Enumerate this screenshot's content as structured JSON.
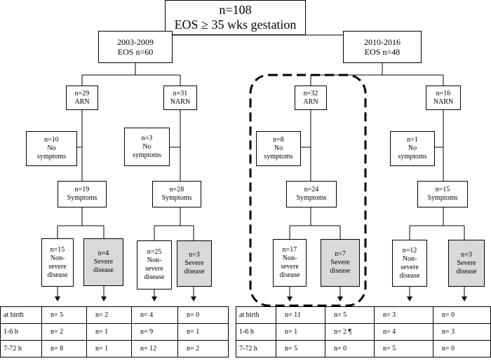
{
  "top": {
    "line1": "n=108",
    "line2": "EOS ≥ 35 wks gestation"
  },
  "periods": [
    {
      "line1": "2003-2009",
      "line2": "EOS n=60"
    },
    {
      "line1": "2010-2016",
      "line2": "EOS n=48"
    }
  ],
  "groups": [
    {
      "line1": "n=29",
      "line2": "ARN"
    },
    {
      "line1": "n=31",
      "line2": "NARN"
    },
    {
      "line1": "n=32",
      "line2": "ARN"
    },
    {
      "line1": "n=16",
      "line2": "NARN"
    }
  ],
  "no_symptoms": [
    {
      "n": "n=10",
      "l1": "No",
      "l2": "symptoms"
    },
    {
      "n": "n=3",
      "l1": "No",
      "l2": "symptoms"
    },
    {
      "n": "n=8",
      "l1": "No",
      "l2": "symptoms"
    },
    {
      "n": "n=1",
      "l1": "No",
      "l2": "symptoms"
    }
  ],
  "symptoms": [
    {
      "n": "n=19",
      "label": "Symptoms"
    },
    {
      "n": "n=28",
      "label": "Symptoms"
    },
    {
      "n": "n=24",
      "label": "Symptoms"
    },
    {
      "n": "n=15",
      "label": "Symptoms"
    }
  ],
  "non_severe": [
    {
      "n": "n=15",
      "l1": "Non-",
      "l2": "severe",
      "l3": "disease"
    },
    {
      "n": "n=25",
      "l1": "Non-",
      "l2": "severe",
      "l3": "disease"
    },
    {
      "n": "n=17",
      "l1": "Non-",
      "l2": "severe",
      "l3": "disease"
    },
    {
      "n": "n=12",
      "l1": "Non-",
      "l2": "severe",
      "l3": "disease"
    }
  ],
  "severe": [
    {
      "n": "n=4",
      "l1": "Severe",
      "l2": "disease"
    },
    {
      "n": "n=3",
      "l1": "Severe",
      "l2": "disease"
    },
    {
      "n": "n=7",
      "l1": "Severe",
      "l2": "disease"
    },
    {
      "n": "n=3",
      "l1": "Severe",
      "l2": "disease"
    }
  ],
  "tables": [
    {
      "rows": [
        {
          "label": "at birth",
          "values": [
            "n= 5",
            "n= 2",
            "n= 4",
            "n= 0"
          ]
        },
        {
          "label": "1-6 h",
          "values": [
            "n= 2",
            "n= 1",
            "n= 9",
            "n= 1"
          ]
        },
        {
          "label": "7-72 h",
          "values": [
            "n= 8",
            "n= 1",
            "n= 12",
            "n= 2"
          ]
        }
      ]
    },
    {
      "rows": [
        {
          "label": "at birth",
          "values": [
            "n= 11",
            "n= 5",
            "n= 3",
            "n= 0"
          ]
        },
        {
          "label": "1-6 h",
          "values": [
            "n= 1",
            "n= 2 ¶",
            "n= 4",
            "n= 3"
          ]
        },
        {
          "label": "7-72 h",
          "values": [
            "n= 5",
            "n= 0",
            "n= 5",
            "n= 0"
          ]
        }
      ]
    }
  ]
}
